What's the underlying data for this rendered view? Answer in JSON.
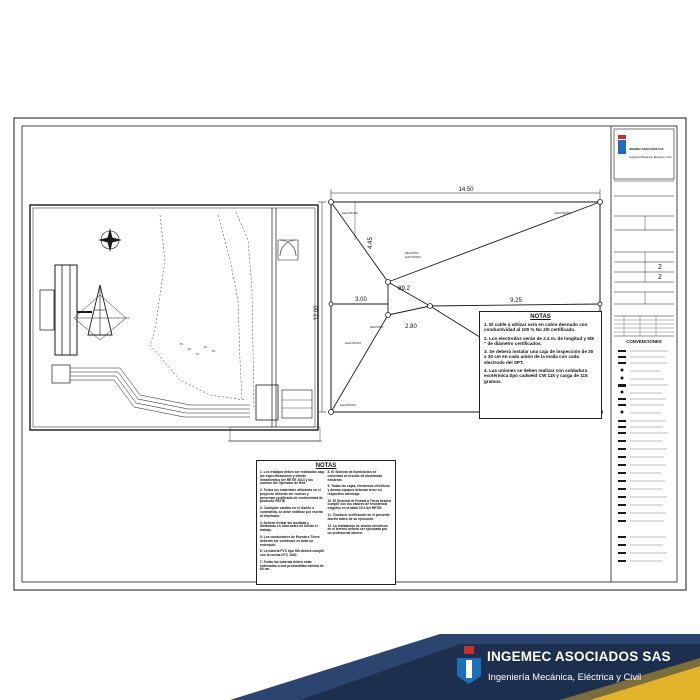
{
  "brand": {
    "name": "INGEMEC ASOCIADOS SAS",
    "tagline": "Ingeniería Mecánica, Eléctrica y Civil"
  },
  "colors": {
    "banner_dark": "#1d2f4f",
    "banner_blue": "#2b4470",
    "banner_gold": "#e3b32a",
    "logo_red": "#c9302c",
    "logo_blue": "#1d6fb8",
    "line": "#1a1a1a"
  },
  "plan": {
    "dim_top": "14.50",
    "dim_side": "12.00",
    "dim_left": "3.00",
    "dim_mid": "9.25",
    "dim_diag": "4.45",
    "dim_a": "89.2",
    "dim_b": "2.80"
  },
  "notes_right": {
    "title": "NOTAS",
    "items": [
      "1. El cable a utilizar será en cobre desnudo con conductividad al 100 % No 2/0 certificado.",
      "2. Los electrodos serán de 2.4 m. de longitud y 5/8 \" de diámetro certificados.",
      "3. Se deberá instalar una caja de inspección de 30 x 30 cm en cada unión de la malla con cada electrodo del SPT.",
      "4. Las uniones se deben realizar con soldadura exotérmica tipo cadweld CW 115 y carga de 115 gramos."
    ]
  },
  "notes_bottom": {
    "title": "NOTAS",
    "col1": [
      "1. Los trabajos deben ser realizados bajo las especificaciones y demás lineamientos del RETIE 2013 y las normas del Operador de Red.",
      "2. Todos los materiales utilizados en el proyecto deberán ser nuevos y presentar certificado de conformidad de producto RETIE.",
      "3. Cualquier cambio en el diseño o contratista, se debe notificar por escrito al diseñador.",
      "4. Deberá revisar las medidas y distancias en obra antes de iniciar el trabajo.",
      "5. Los conductores de Puesta a Tierra deberán ser continuos en toda su extensión.",
      "6. La tubería PVC tipo DB deberá cumplir con la norma NTC 1630.",
      "7. Todas las tuberías deben estar enterradas a una profundidad mínima de 60 cm."
    ],
    "col2": [
      "8. El Sistema de Iluminación se conectará al circuito de alumbrado existente.",
      "9. Todas las cajas, elementos eléctricos y demás equipos deberán tener su respectivo aterrizaje.",
      "10. El Sistema de Puesta a Tierra deberá cumplir con los valores de resistencia exigidos en la tabla 15.4 del RETIE.",
      "11. Conducir verificación en el presente diseño antes de su ejecución.",
      "12. La instalación de ductos eléctricos en el terreno deberá ser ejecutada por un profesional idóneo."
    ]
  },
  "title_block": {
    "company": "INGEMEC ASOCIADOS SAS",
    "company_sub": "Ingeniería Mecánica, Eléctrica y Civil",
    "conventions": "CONVENCIONES",
    "sheet": "2",
    "sheets": "2"
  }
}
